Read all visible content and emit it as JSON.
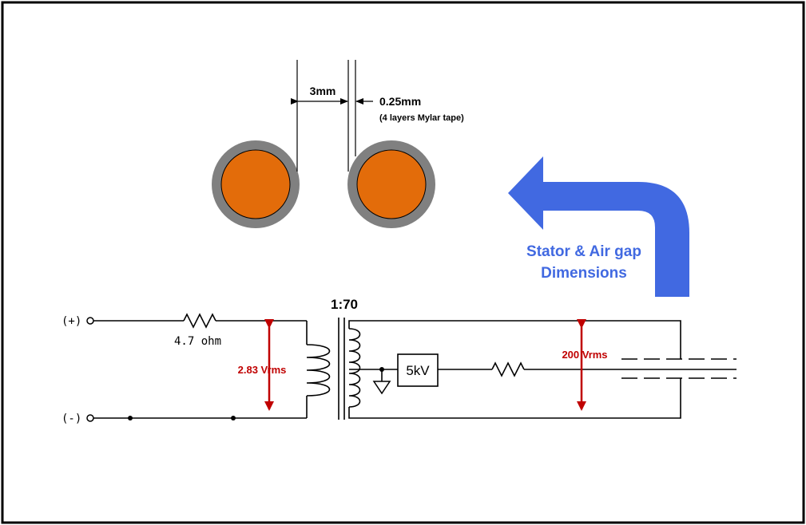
{
  "colors": {
    "conductor": "#e36c0a",
    "insulation": "#808080",
    "arrow": "#4169e1",
    "measurement": "#c00000"
  },
  "dimensions": {
    "gap": "3mm",
    "insulation_thickness": "0.25mm",
    "insulation_note": "(4 layers Mylar tape)"
  },
  "callout": {
    "line1": "Stator & Air gap",
    "line2": "Dimensions"
  },
  "circuit": {
    "terminal_pos": "(+)",
    "terminal_neg": "(-)",
    "resistor_label": "4.7 ohm",
    "turns_ratio": "1:70",
    "primary_voltage": "2.83 Vrms",
    "secondary_voltage": "200 Vrms",
    "hv_box": "5kV"
  }
}
